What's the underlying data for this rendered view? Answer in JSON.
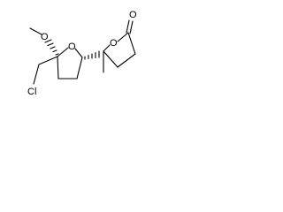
{
  "structure": {
    "atoms": {
      "carbonyl_oxygen": "O",
      "lactone_ring_oxygen": "O",
      "thf_ring_oxygen": "O",
      "methoxy_oxygen": "O",
      "chlorine": "Cl"
    }
  }
}
